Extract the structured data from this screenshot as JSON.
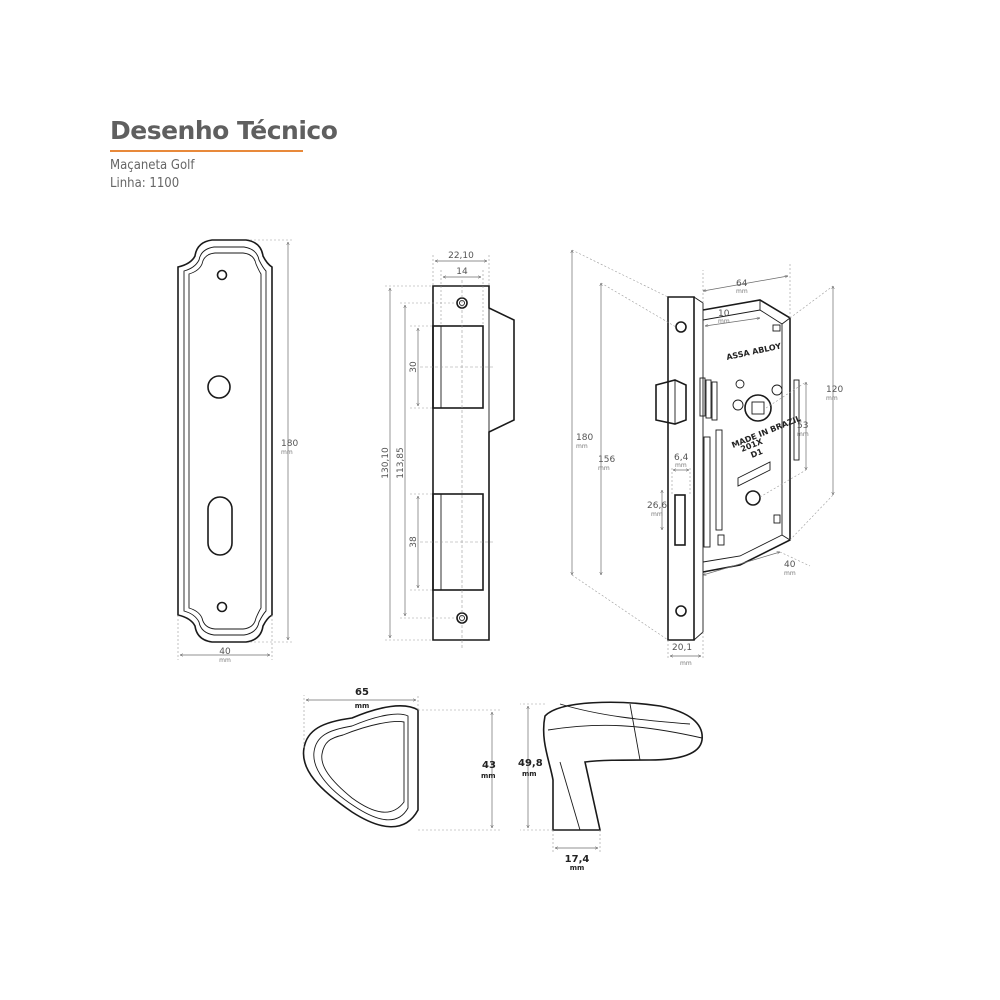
{
  "header": {
    "title": "Desenho Técnico",
    "subtitle": "Maçaneta Golf",
    "line_label": "Linha: 1100"
  },
  "colors": {
    "accent": "#e8893a",
    "line": "#1a1a1a",
    "dimension": "#6b6b6b"
  },
  "plate": {
    "height": {
      "value": "180",
      "unit": "mm"
    },
    "width": {
      "value": "40",
      "unit": "mm"
    }
  },
  "strike": {
    "outer_width": "22,10",
    "inner_width": "14",
    "top_slot": "30",
    "bottom_slot": "38",
    "height_outer": "130,10",
    "height_inner": "113,85"
  },
  "lock": {
    "width": {
      "value": "64",
      "unit": "mm"
    },
    "backset": {
      "value": "10",
      "unit": "mm"
    },
    "body_height": {
      "value": "120",
      "unit": "mm"
    },
    "face_height": {
      "value": "180",
      "unit": "mm"
    },
    "screw_spacing": {
      "value": "156",
      "unit": "mm"
    },
    "center_to_center": {
      "value": "53",
      "unit": "mm"
    },
    "backset_depth": {
      "value": "40",
      "unit": "mm"
    },
    "square": {
      "value": "6,4",
      "unit": "mm"
    },
    "latch": {
      "value": "26,6",
      "unit": "mm"
    },
    "face_width": {
      "value": "20,1",
      "unit": "mm"
    },
    "stamp_brand": "ASSA ABLOY",
    "stamp_made": "MADE IN BRAZIL",
    "stamp_model": "201X",
    "stamp_code": "D1"
  },
  "handle": {
    "length": {
      "value": "65",
      "unit": "mm"
    },
    "width": {
      "value": "43",
      "unit": "mm"
    },
    "height": {
      "value": "49,8",
      "unit": "mm"
    },
    "neck": {
      "value": "17,4",
      "unit": "mm"
    }
  }
}
